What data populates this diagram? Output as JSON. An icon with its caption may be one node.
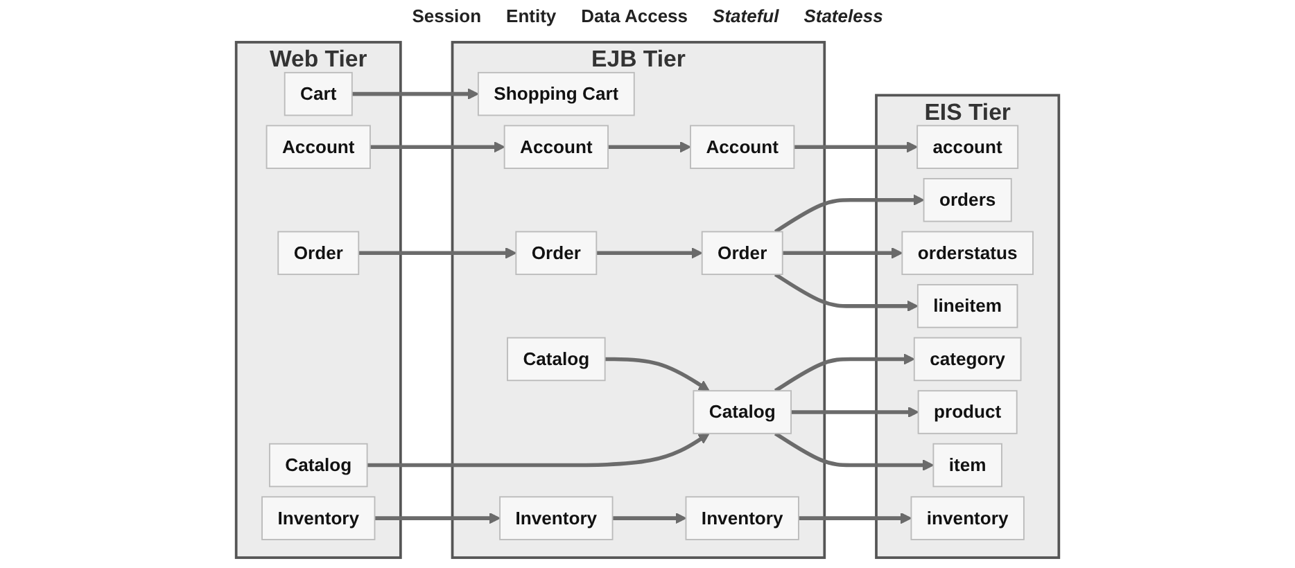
{
  "diagram": {
    "nodes": [
      {
        "text": [
          "Web Tier"
        ]
      },
      {
        "text": [
          "Account"
        ],
        "in": 0
      },
      {
        "text": [
          "Cart"
        ],
        "in": 0
      },
      {
        "text": [
          "Order"
        ],
        "in": 0
      },
      {
        "text": [
          "Catalog"
        ],
        "in": 0
      },
      {
        "text": [
          "Inventory"
        ],
        "in": 0
      },
      {
        "text": [
          "EJB Tier"
        ]
      },
      {
        "text": [
          "Shopping Cart"
        ],
        "in": 6
      },
      {
        "text": [
          "Catalog"
        ],
        "in": 6
      },
      {
        "text": [
          "Account"
        ],
        "in": 6
      },
      {
        "text": [
          "Order"
        ],
        "in": 6
      },
      {
        "text": [
          "Inventory"
        ],
        "in": 6
      },
      {
        "text": [
          "Account"
        ],
        "in": 6
      },
      {
        "text": [
          "Order"
        ],
        "in": 6
      },
      {
        "text": [
          "Catalog"
        ],
        "in": 6
      },
      {
        "text": [
          "Inventory"
        ],
        "in": 6
      },
      {
        "text": [
          "EIS Tier"
        ]
      },
      {
        "text": [
          "account"
        ],
        "in": 16
      },
      {
        "text": [
          "orders"
        ],
        "in": 16
      },
      {
        "text": [
          "orderstatus"
        ],
        "in": 16
      },
      {
        "text": [
          "lineitem"
        ],
        "in": 16
      },
      {
        "text": [
          "category"
        ],
        "in": 16
      },
      {
        "text": [
          "product"
        ],
        "in": 16
      },
      {
        "text": [
          "item"
        ],
        "in": 16
      },
      {
        "text": [
          "inventory"
        ],
        "in": 16
      }
    ],
    "edges": [
      {
        "from": 1,
        "to": 9,
        "arrow": "to"
      },
      {
        "from": 2,
        "to": 7,
        "arrow": "to"
      },
      {
        "from": 3,
        "to": 10,
        "arrow": "to"
      },
      {
        "from": 8,
        "to": 14,
        "arrow": "to"
      },
      {
        "from": 4,
        "to": 14,
        "arrow": "to"
      },
      {
        "from": 5,
        "to": 11,
        "arrow": "to"
      },
      {
        "from": 9,
        "to": 12,
        "arrow": "to"
      },
      {
        "from": 10,
        "to": 13,
        "arrow": "to"
      },
      {
        "from": 11,
        "to": 15,
        "arrow": "to"
      },
      {
        "from": 12,
        "to": 17,
        "arrow": "to"
      },
      {
        "from": 13,
        "to": 18,
        "arrow": "to"
      },
      {
        "from": 13,
        "to": 19,
        "arrow": "to"
      },
      {
        "from": 13,
        "to": 20,
        "arrow": "to"
      },
      {
        "from": 14,
        "to": 21,
        "arrow": "to"
      },
      {
        "from": 14,
        "to": 22,
        "arrow": "to"
      },
      {
        "from": 14,
        "to": 23,
        "arrow": "to"
      },
      {
        "from": 15,
        "to": 24,
        "arrow": "to"
      }
    ],
    "labels": [
      "Session",
      "Entity",
      "Data Access",
      "Stateful",
      "Stateless"
    ]
  }
}
